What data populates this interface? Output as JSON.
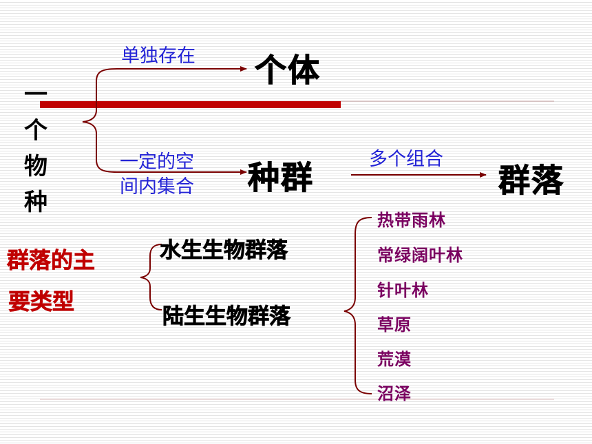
{
  "vertical_title": [
    "一",
    "个",
    "物",
    "种"
  ],
  "upper": {
    "label_individual_condition": "单独存在",
    "individual": "个体",
    "label_population_condition_lines": [
      "一定的空",
      "间内集合"
    ],
    "population": "种群",
    "label_combination": "多个组合",
    "community": "群落"
  },
  "lower": {
    "heading_lines": [
      "群落的主",
      "要类型"
    ],
    "aquatic": "水生生物群落",
    "terrestrial": "陆生生物群落",
    "terrestrial_types": [
      "热带雨林",
      "常绿阔叶林",
      "针叶林",
      "草原",
      "荒漠",
      "沼泽"
    ]
  },
  "colors": {
    "title_bar": "#c00000",
    "arrow": "#7a0000",
    "condition_text": "#2323d6",
    "heading_text": "#c00000",
    "leaf_text": "#7a0060"
  }
}
